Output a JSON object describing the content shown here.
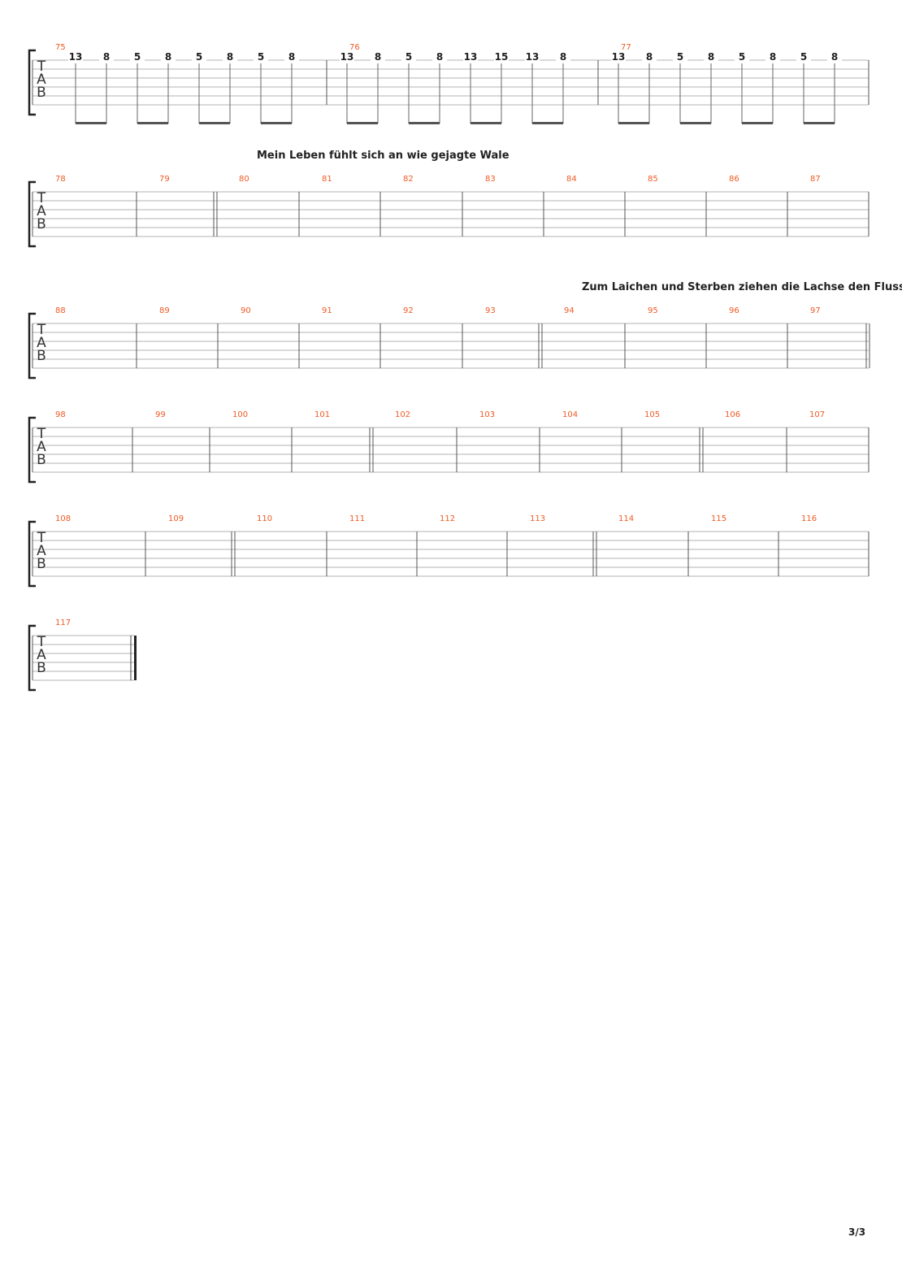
{
  "page": {
    "number": "3/3"
  },
  "tab_clef": [
    "T",
    "A",
    "B"
  ],
  "colors": {
    "bar_number": "#ef5a24",
    "fret": "#222222",
    "text": "#222222",
    "line": "#9a9a9a"
  },
  "systems": [
    {
      "measures": [
        {
          "number": "75",
          "notes": [
            "13",
            "8",
            "5",
            "8",
            "5",
            "8",
            "5",
            "8"
          ]
        },
        {
          "number": "76",
          "notes": [
            "13",
            "8",
            "5",
            "8",
            "13",
            "15",
            "13",
            "8"
          ]
        },
        {
          "number": "77",
          "notes": [
            "13",
            "8",
            "5",
            "8",
            "5",
            "8",
            "5",
            "8"
          ]
        }
      ]
    },
    {
      "lyric": "Mein Leben fühlt sich an wie gejagte Wale",
      "measures": [
        {
          "number": "78"
        },
        {
          "number": "79",
          "end": "double"
        },
        {
          "number": "80"
        },
        {
          "number": "81"
        },
        {
          "number": "82"
        },
        {
          "number": "83"
        },
        {
          "number": "84"
        },
        {
          "number": "85"
        },
        {
          "number": "86"
        },
        {
          "number": "87"
        }
      ]
    },
    {
      "lyric": "Zum Laichen und Sterben ziehen die Lachse den Fluss hi",
      "measures": [
        {
          "number": "88"
        },
        {
          "number": "89"
        },
        {
          "number": "90"
        },
        {
          "number": "91"
        },
        {
          "number": "92"
        },
        {
          "number": "93",
          "end": "double"
        },
        {
          "number": "94"
        },
        {
          "number": "95"
        },
        {
          "number": "96"
        },
        {
          "number": "97",
          "end": "double"
        }
      ]
    },
    {
      "measures": [
        {
          "number": "98"
        },
        {
          "number": "99"
        },
        {
          "number": "100"
        },
        {
          "number": "101",
          "end": "double"
        },
        {
          "number": "102"
        },
        {
          "number": "103"
        },
        {
          "number": "104"
        },
        {
          "number": "105",
          "end": "double"
        },
        {
          "number": "106"
        },
        {
          "number": "107"
        }
      ]
    },
    {
      "measures": [
        {
          "number": "108"
        },
        {
          "number": "109",
          "end": "double"
        },
        {
          "number": "110"
        },
        {
          "number": "111"
        },
        {
          "number": "112"
        },
        {
          "number": "113",
          "end": "double"
        },
        {
          "number": "114"
        },
        {
          "number": "115"
        },
        {
          "number": "116"
        }
      ]
    },
    {
      "measures": [
        {
          "number": "117",
          "end": "final"
        }
      ]
    }
  ]
}
